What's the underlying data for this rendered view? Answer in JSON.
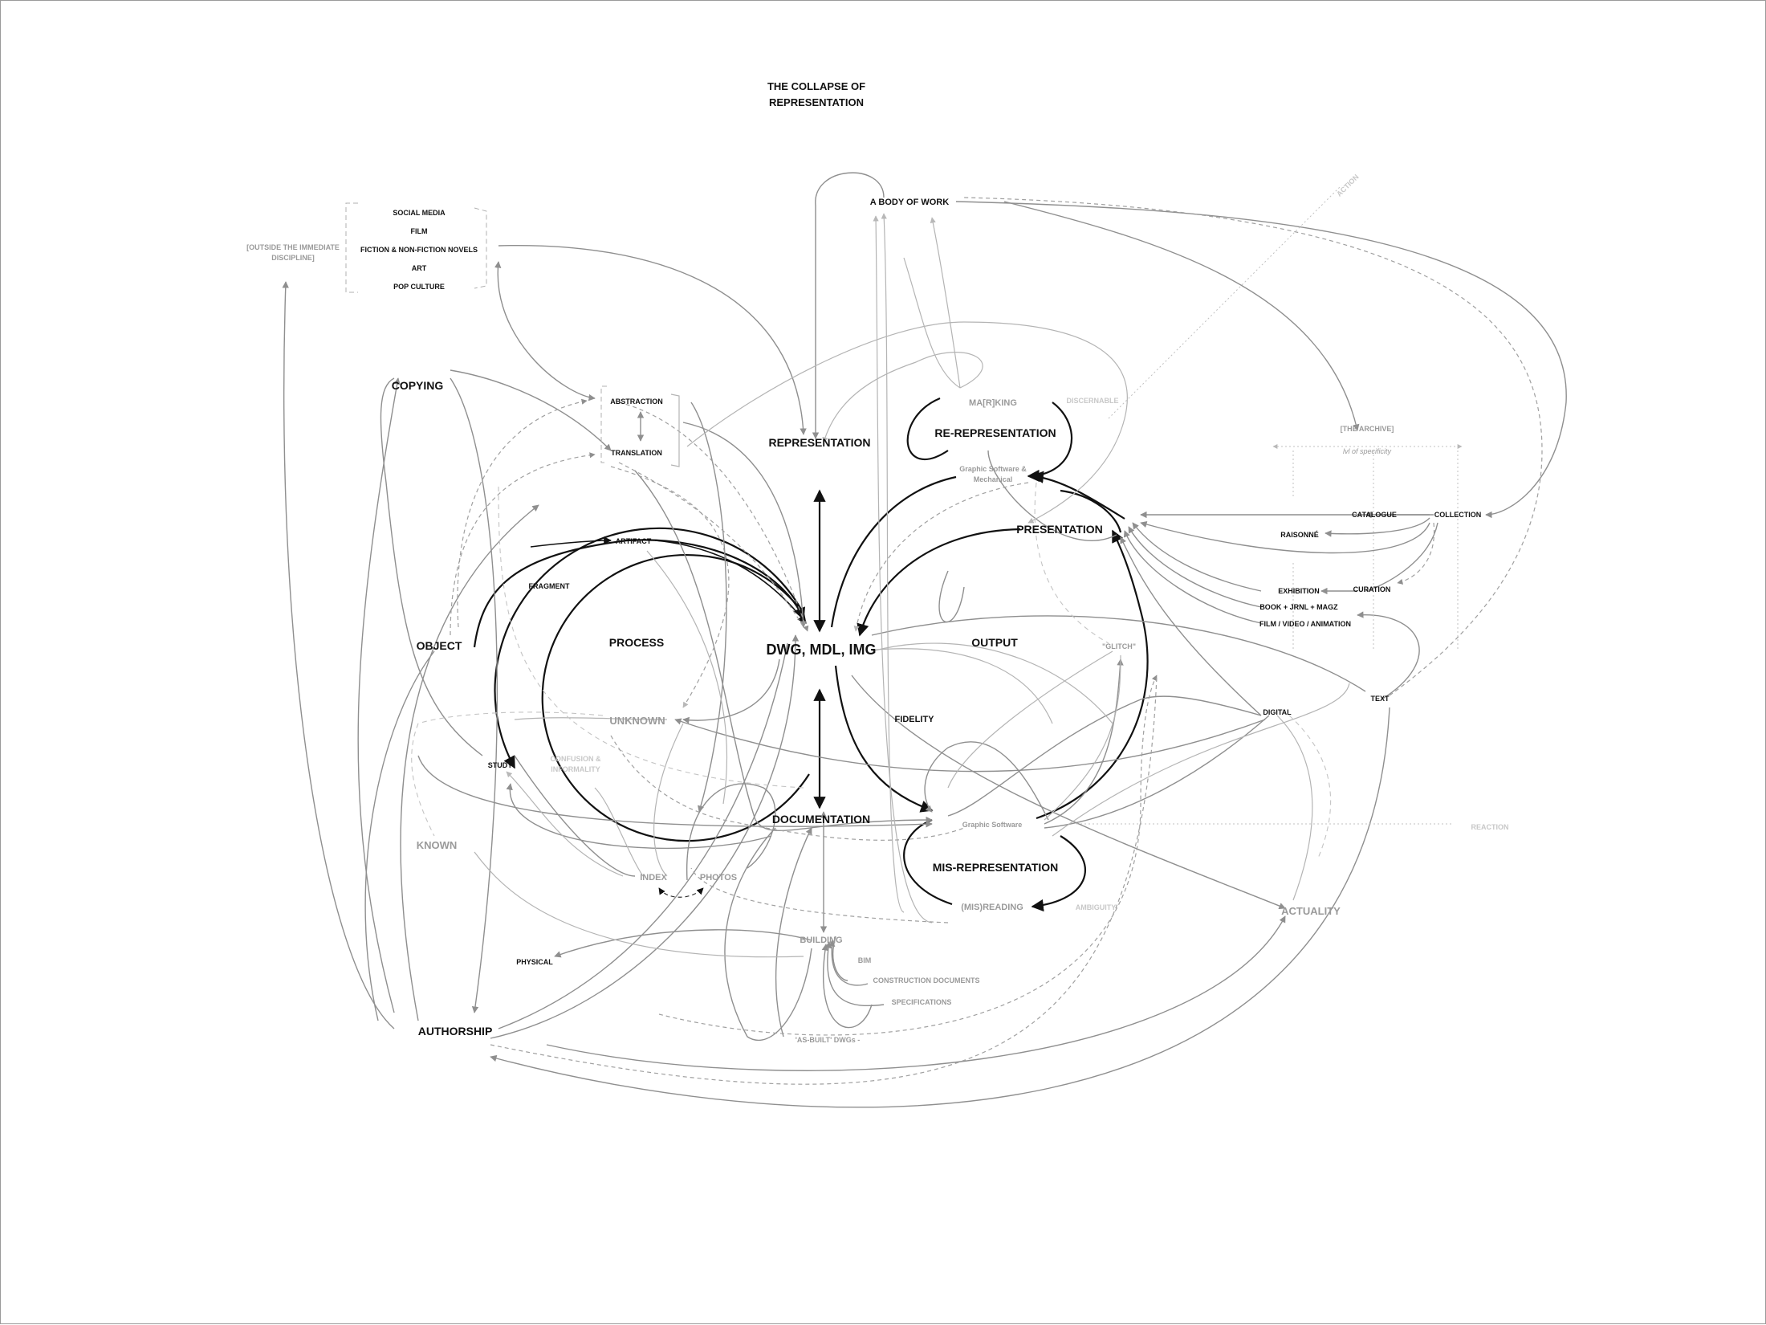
{
  "title": {
    "line1": "THE COLLAPSE OF",
    "line2": "REPRESENTATION"
  },
  "outside": {
    "label_line1": "[OUTSIDE THE IMMEDIATE",
    "label_line2": "DISCIPLINE]",
    "items": [
      "SOCIAL MEDIA",
      "FILM",
      "FICTION & NON-FICTION NOVELS",
      "ART",
      "POP CULTURE"
    ]
  },
  "nodes": {
    "body_of_work": "A BODY OF WORK",
    "copying": "COPYING",
    "abstraction": "ABSTRACTION",
    "translation": "TRANSLATION",
    "representation": "REPRESENTATION",
    "marking": "MA[R]KING",
    "discernable": "DISCERNABLE",
    "re_representation": "RE-REPRESENTATION",
    "graphic_mech_line1": "Graphic Software &",
    "graphic_mech_line2": "Mechanical",
    "artifact": "ARTIFACT",
    "fragment": "FRAGMENT",
    "object": "OBJECT",
    "process": "PROCESS",
    "center": "DWG, MDL, IMG",
    "output": "OUTPUT",
    "presentation": "PRESENTATION",
    "glitch": "\"GLITCH\"",
    "unknown": "UNKNOWN",
    "confusion_line1": "CONFUSION &",
    "confusion_line2": "INFORMALITY",
    "study": "STUDY",
    "fidelity": "FIDELITY",
    "documentation": "DOCUMENTATION",
    "graphic_software": "Graphic Software",
    "mis_representation": "MIS-REPRESENTATION",
    "misreading": "(MIS)READING",
    "ambiguity": "AMBIGUITY",
    "known": "KNOWN",
    "index": "INDEX",
    "photos": "PHOTOS",
    "building": "BUILDING",
    "bim": "BIM",
    "construction_docs": "CONSTRUCTION DOCUMENTS",
    "specifications": "SPECIFICATIONS",
    "as_built": "'AS-BUILT' DWGs -",
    "physical": "PHYSICAL",
    "authorship": "AUTHORSHIP",
    "digital": "DIGITAL",
    "actuality": "ACTUALITY",
    "reaction": "REACTION",
    "action": "ACTION",
    "archive": "[THE ARCHIVE]",
    "specificity": "lvl of specificity",
    "catalogue": "CATALOGUE",
    "collection": "COLLECTION",
    "raisonne": "RAISONNÉ",
    "exhibition": "EXHIBITION",
    "curation": "CURATION",
    "book": "BOOK + JRNL + MAGZ",
    "film_video": "FILM / VIDEO / ANIMATION",
    "text": "TEXT"
  },
  "colors": {
    "strong": "#111111",
    "medium": "#8f8f8f",
    "light": "#b4b4b4",
    "faint": "#d2d2d2"
  }
}
